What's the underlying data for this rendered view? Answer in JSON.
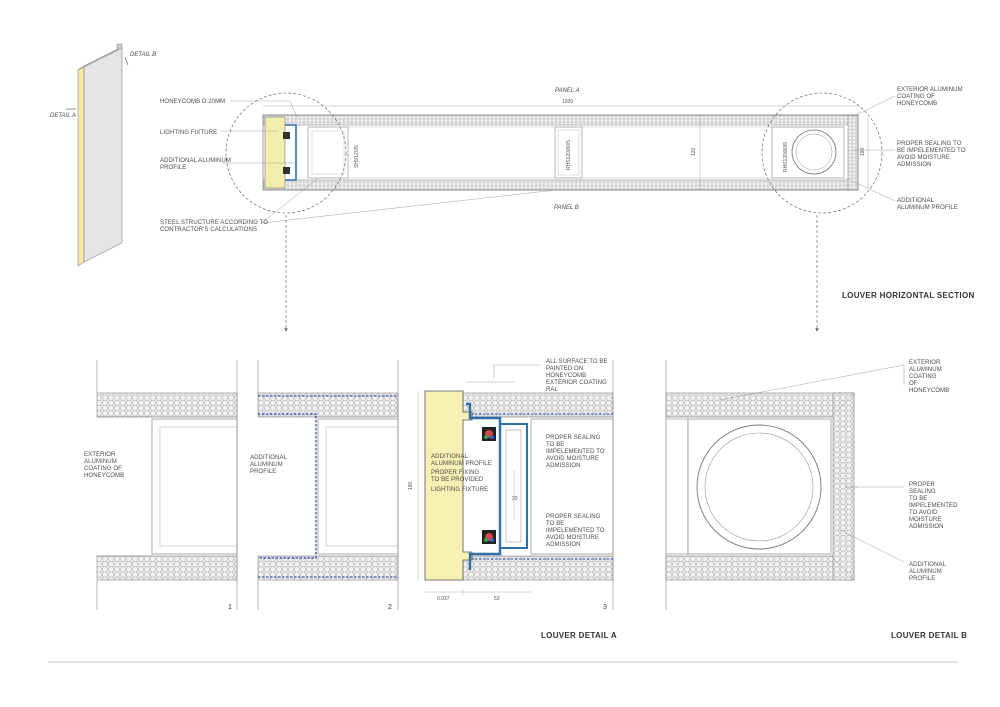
{
  "panel_3d": {
    "detail_a": "DETAIL A",
    "detail_b": "DETAIL B"
  },
  "horizontal_section": {
    "title": "LOUVER HORIZONTAL SECTION",
    "panel_a": "PANEL A",
    "panel_b": "PANEL B",
    "dim_width": "1200",
    "dim_height": "120",
    "dim_side": "180",
    "left_notes": [
      "HONEYCOMB D:20MM",
      "LIGHTING FIXTURE",
      "ADDITIONAL ALUMINUM",
      "PROFILE",
      "STEEL STRUCTURE ACCORDING TO",
      "CONTRACTOR'S CALCULATIONS"
    ],
    "right_notes": [
      "EXTERIOR ALUMINUM",
      "COATING OF",
      "HONEYCOMB",
      "PROPER SEALING TO",
      "BE IMPELEMENTED TO",
      "AVOID MOISTURE",
      "ADMISSION",
      "ADDITIONAL",
      "ALUMINUM PROFILE"
    ],
    "section_tags": [
      "SHS120/5",
      "RHS120/80/5",
      "RHS120/80/5"
    ]
  },
  "detail_a": {
    "title": "LOUVER DETAIL A",
    "view_numbers": [
      "1",
      "2",
      "3"
    ],
    "view1_note": [
      "EXTERIOR",
      "ALUMINUM",
      "COATING OF",
      "HONEYCOMB"
    ],
    "view2_note": [
      "ADDITIONAL",
      "ALUMINUM",
      "PROFILE"
    ],
    "view3_top_note": [
      "ALL SURFACE TO BE",
      "PAINTED  ON",
      "HONEYCOMB",
      "EXTERIOR COATING",
      "RAL"
    ],
    "view3_inner_notes": [
      "ADDITIONAL",
      "ALUMINUM PROFILE",
      "PROPER FIXING",
      "TO BE PROVIDED",
      "LIGHTING FIXTURE"
    ],
    "view3_seal_note_1": [
      "PROPER SEALING",
      "TO BE",
      "IMPELEMENTED TO",
      "AVOID MOISTURE",
      "ADMISSION"
    ],
    "view3_seal_note_2": [
      "PROPER SEALING",
      "TO BE",
      "IMPELEMENTED TO",
      "AVOID MOISTURE",
      "ADMISSION"
    ],
    "dim_height": "180",
    "dim_gap": "20",
    "dim_left": "0.037",
    "dim_right": "53"
  },
  "detail_b": {
    "title": "LOUVER DETAIL B",
    "notes_top": [
      "EXTERIOR",
      "ALUMINUM",
      "COATING",
      "OF",
      "HONEYCOMB"
    ],
    "notes_mid": [
      "PROPER",
      "SEALING",
      "TO BE",
      "IMPELEMENTED",
      "TO AVOID",
      "MOISTURE",
      "ADMISSION"
    ],
    "notes_bottom": [
      "ADDITIONAL",
      "ALUMINUM",
      "PROFILE"
    ]
  },
  "colors": {
    "line": "#666666",
    "honeycomb_fill": "#efefef",
    "fixture_fill": "#f7f1b5",
    "profile_blue": "#2e6fa7",
    "dashed_blue": "#1f3fae"
  }
}
